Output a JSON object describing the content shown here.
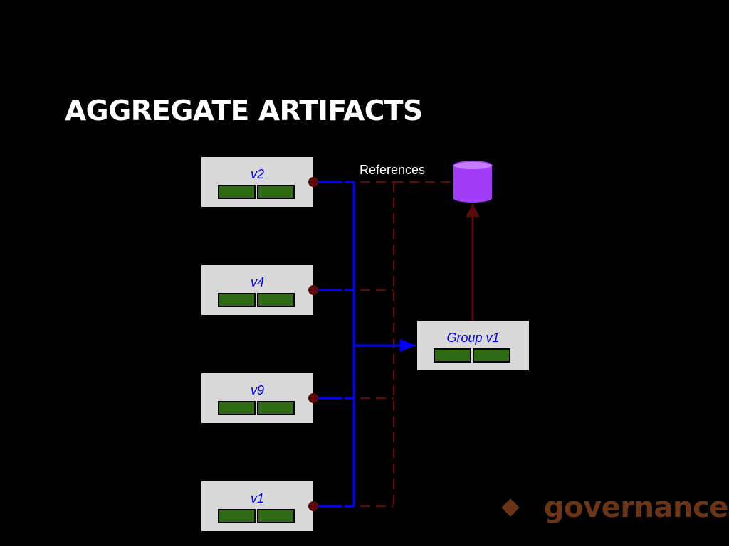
{
  "title": "AGGREGATE ARTIFACTS",
  "colors": {
    "background": "#000000",
    "node_fill": "#d9d9d9",
    "node_label": "#0000ee",
    "slot_fill": "#2e6b14",
    "slot_stroke": "#000000",
    "port": "#5a0a0a",
    "blue_edge": "#0000ff",
    "reference_edge": "#5a0a0a",
    "store": "#a13df7",
    "store_top": "#c57cff",
    "footer": "#6b3416"
  },
  "diagram": {
    "versions": [
      {
        "id": "v2",
        "label": "v2"
      },
      {
        "id": "v4",
        "label": "v4"
      },
      {
        "id": "v9",
        "label": "v9"
      },
      {
        "id": "v1",
        "label": "v1"
      }
    ],
    "group": {
      "id": "group-v1",
      "label": "Group v1"
    },
    "references_label": "References",
    "store_icon": "database-cylinder-icon"
  },
  "footer": {
    "bullet_icon": "diamond-bullet-icon",
    "text": "governance"
  }
}
